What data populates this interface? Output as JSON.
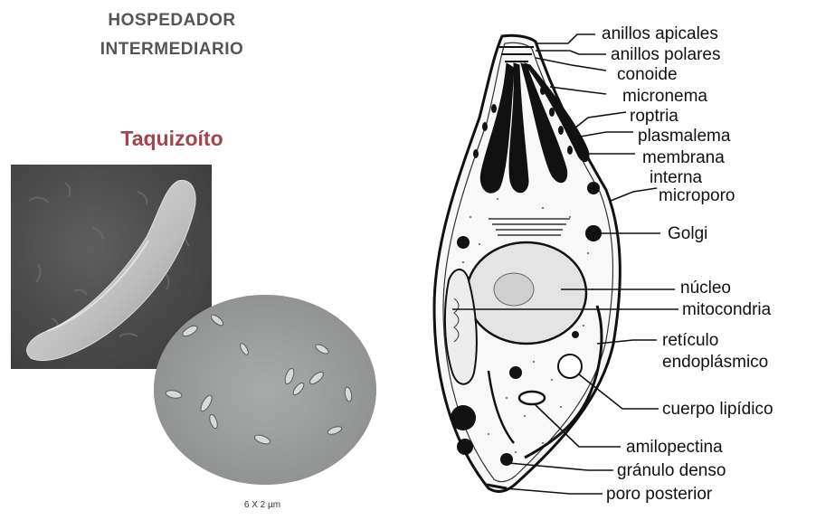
{
  "header": {
    "line1": "HOSPEDADOR",
    "line2": "INTERMEDIARIO"
  },
  "stage_title": "Taquizoíto",
  "scale_label": "6 X 2 µm",
  "colors": {
    "title_color": "#a2454d",
    "header_color": "#555555"
  },
  "diagram_labels": {
    "anillos_apicales": "anillos apicales",
    "anillos_polares": "anillos polares",
    "conoide": "conoide",
    "micronema": "micronema",
    "roptria": "roptria",
    "plasmalema": "plasmalema",
    "membrana": "membrana",
    "interna": "interna",
    "microporo": "microporo",
    "golgi": "Golgi",
    "nucleo": "núcleo",
    "mitocondria": "mitocondria",
    "reticulo": "retículo",
    "endoplasmico": "endoplásmico",
    "cuerpo_lipidico": "cuerpo lipídico",
    "amilopectina": "amilopectina",
    "granulo_denso": "gránulo denso",
    "poro_posterior": "poro posterior"
  }
}
